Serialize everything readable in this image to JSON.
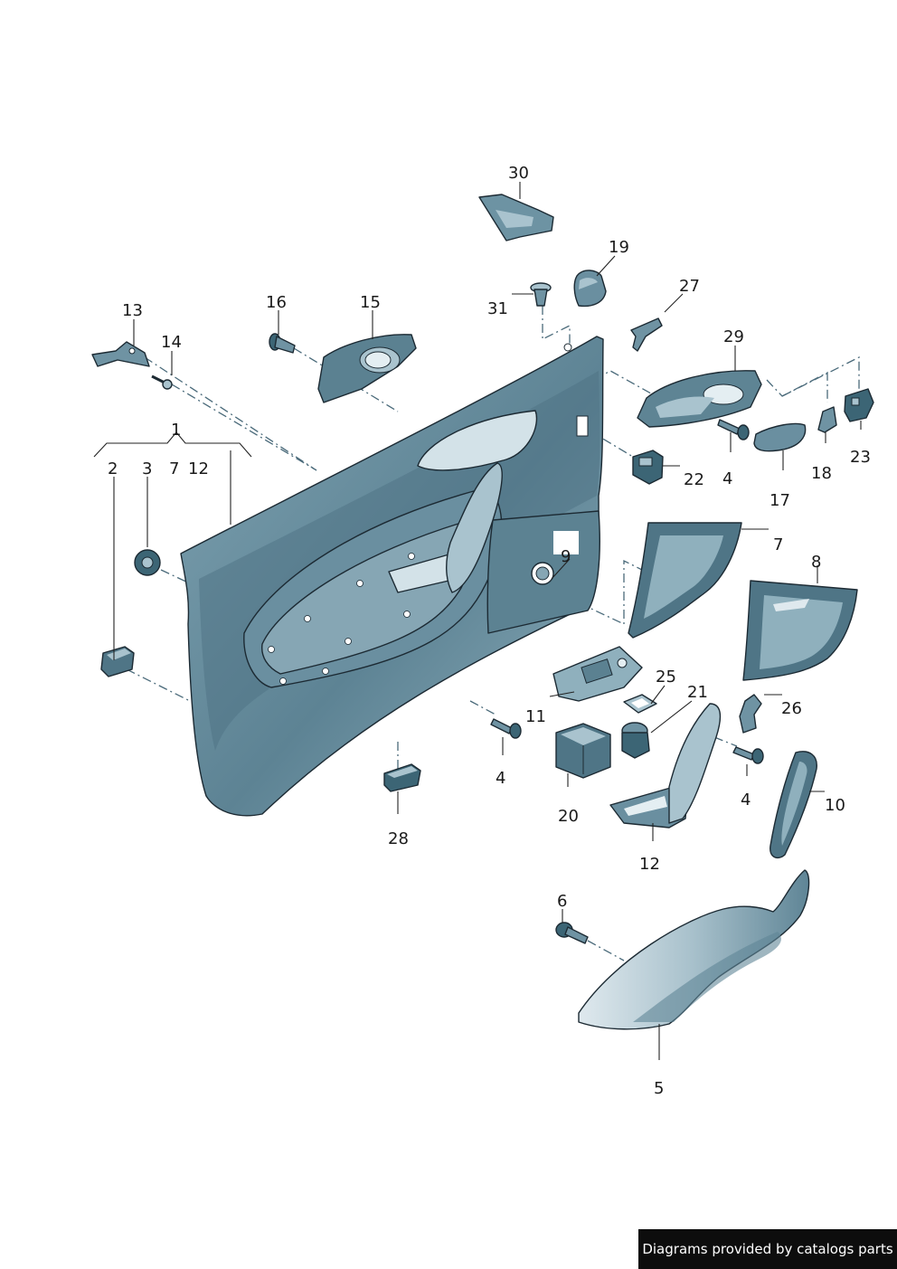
{
  "callouts": {
    "c1": "1",
    "c2": "2",
    "c3": "3",
    "c4a": "4",
    "c4b": "4",
    "c4c": "4",
    "c5": "5",
    "c6": "6",
    "c7a": "7",
    "c7b": "7",
    "c8": "8",
    "c9": "9",
    "c10": "10",
    "c11": "11",
    "c12a": "12",
    "c12b": "12",
    "c13": "13",
    "c14": "14",
    "c15": "15",
    "c16": "16",
    "c17": "17",
    "c18": "18",
    "c19": "19",
    "c20": "20",
    "c21": "21",
    "c22": "22",
    "c23": "23",
    "c25": "25",
    "c26": "26",
    "c27": "27",
    "c28": "28",
    "c29": "29",
    "c30": "30",
    "c31": "31"
  },
  "footer": {
    "text": "Diagrams provided by catalogs parts"
  }
}
